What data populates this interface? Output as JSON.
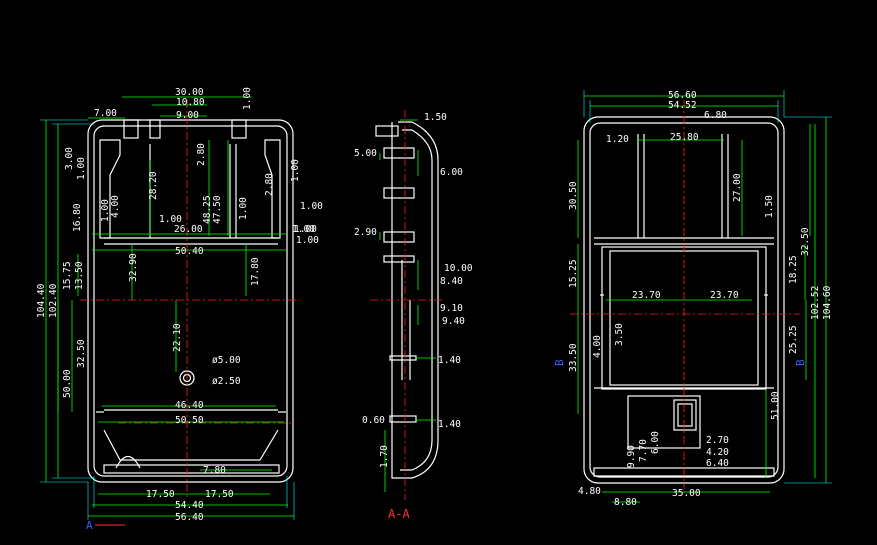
{
  "drawing": {
    "colors": {
      "outline": "#ffffff",
      "dimension": "#00ff00",
      "extension": "#00ffff",
      "center": "#ff2020",
      "section": "#ff3030",
      "marker": "#3a5cff"
    },
    "section_label": "A-A",
    "section_mark_front": "A",
    "section_mark_back_left": "B",
    "section_mark_back_right": "B",
    "front": {
      "top": [
        "30.00",
        "10.80",
        "7.00",
        "9.00",
        "1.00"
      ],
      "left_outer": [
        "104.40",
        "102.40"
      ],
      "left": [
        "3.00",
        "1.00",
        "16.80",
        "1.00",
        "4.00",
        "15.75",
        "13.50",
        "32.90",
        "32.50",
        "50.00"
      ],
      "inner": [
        "28.20",
        "2.80",
        "48.25",
        "47.50",
        "2.80",
        "1.00",
        "1.00",
        "26.00",
        "1.00",
        "50.40",
        "17.80",
        "1.00",
        "1.00",
        "1.00",
        "1.00",
        "22.10"
      ],
      "hole": [
        "ø5.00",
        "ø2.50"
      ],
      "bottom": [
        "46.40",
        "50.50",
        "7.80",
        "17.50",
        "17.50",
        "54.40",
        "56.40"
      ]
    },
    "section": {
      "right": [
        "1.50",
        "6.00",
        "10.00",
        "8.40",
        "9.10",
        "9.40",
        "1.40",
        "1.40"
      ],
      "left": [
        "5.00",
        "2.90",
        "0.60",
        "1.70"
      ]
    },
    "back": {
      "top": [
        "56.60",
        "54.52",
        "6.80",
        "1.20",
        "25.80"
      ],
      "left": [
        "30.50",
        "15.25",
        "33.50",
        "4.00",
        "3.50"
      ],
      "inner": [
        "27.00",
        "1.50",
        "23.70",
        "23.70",
        "18.25",
        "25.25",
        "51.00"
      ],
      "right": [
        "32.50",
        "102.52",
        "104.60"
      ],
      "bottom": [
        "9.90",
        "7.70",
        "6.00",
        "2.70",
        "4.20",
        "6.40",
        "4.80",
        "8.80",
        "35.00"
      ]
    }
  }
}
